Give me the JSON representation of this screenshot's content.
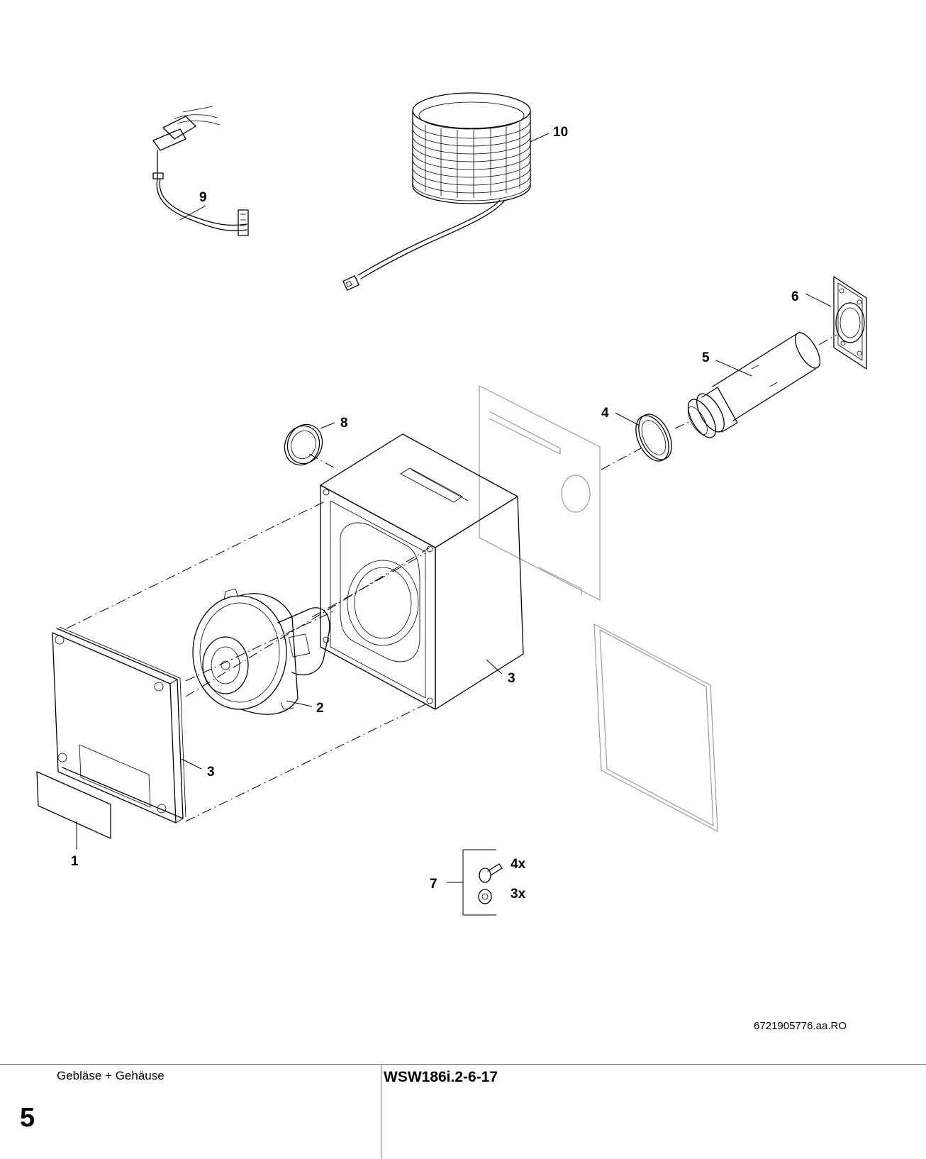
{
  "diagram": {
    "callouts": [
      {
        "label": "1"
      },
      {
        "label": "2"
      },
      {
        "label": "3"
      },
      {
        "label": "3"
      },
      {
        "label": "4"
      },
      {
        "label": "5"
      },
      {
        "label": "6"
      },
      {
        "label": "7"
      },
      {
        "label": "8"
      },
      {
        "label": "9"
      },
      {
        "label": "10"
      }
    ],
    "quantities": [
      {
        "label": "4x"
      },
      {
        "label": "3x"
      }
    ]
  },
  "document_ref": "6721905776.aa.RO",
  "footer": {
    "group_name": "Gebläse + Gehäuse",
    "page_number": "5",
    "model": "WSW186i.2-6-17"
  }
}
